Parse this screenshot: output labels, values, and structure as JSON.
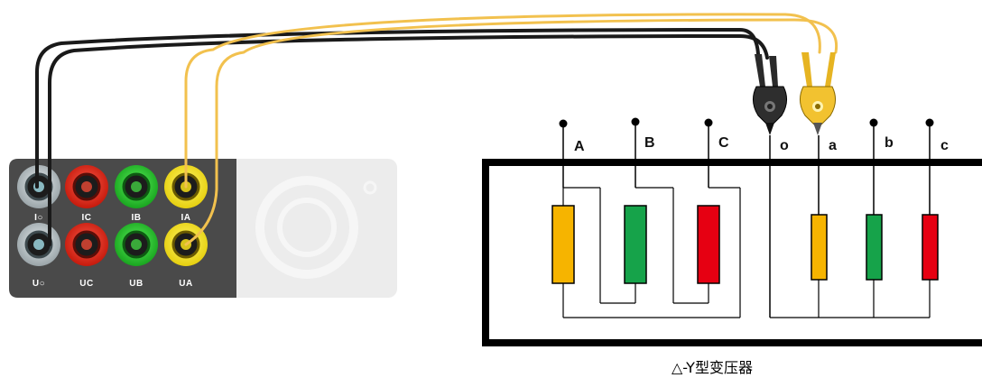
{
  "test_set": {
    "terminals_top": [
      {
        "label": "I○",
        "color": "gray"
      },
      {
        "label": "IC",
        "color": "red"
      },
      {
        "label": "IB",
        "color": "green"
      },
      {
        "label": "IA",
        "color": "yellow"
      }
    ],
    "terminals_bottom": [
      {
        "label": "U○",
        "color": "gray"
      },
      {
        "label": "UC",
        "color": "red"
      },
      {
        "label": "UB",
        "color": "green"
      },
      {
        "label": "UA",
        "color": "yellow"
      }
    ]
  },
  "transformer": {
    "primary_labels": [
      "A",
      "B",
      "C"
    ],
    "neutral_label": "o",
    "secondary_labels": [
      "a",
      "b",
      "c"
    ],
    "caption": "△-Y型变压器"
  },
  "colors": {
    "lead_black": "#1a1a1a",
    "lead_yellow": "#f2c14e",
    "winding_yellow": "#f6b400",
    "winding_green": "#16a34a",
    "winding_red": "#e60012",
    "panel": "#4a4a4a"
  }
}
